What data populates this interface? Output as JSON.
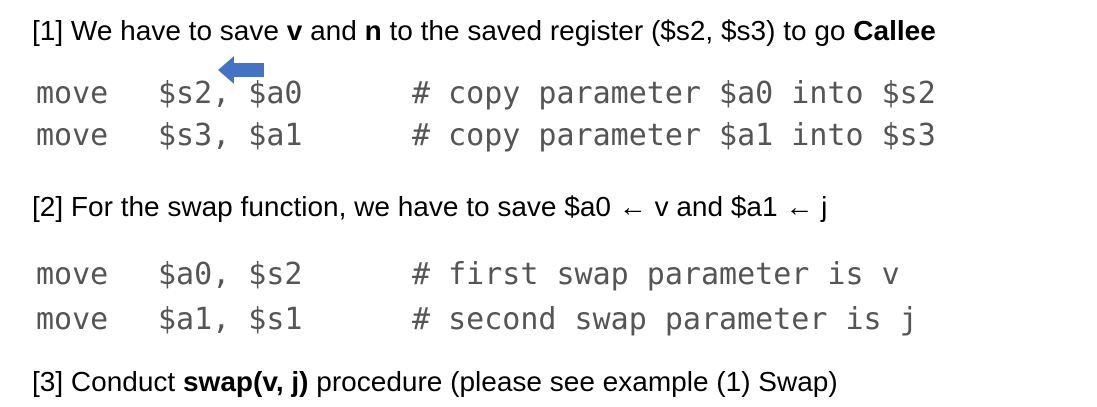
{
  "section1": {
    "prefix": "[1] We have to save ",
    "v": "v",
    "and": " and ",
    "n": "n",
    "middle": " to the saved register ($s2, $s3) to go ",
    "callee": "Callee",
    "code": [
      {
        "op": "move",
        "args": "$s2, $a0",
        "comment": "# copy parameter $a0 into $s2"
      },
      {
        "op": "move",
        "args": "$s3, $a1",
        "comment": "# copy parameter $a1 into $s3"
      }
    ]
  },
  "section2": {
    "text": "[2] For the swap function, we have to save $a0 ← v and $a1 ← j",
    "code": [
      {
        "op": "move",
        "args": "$a0, $s2",
        "comment": "# first swap parameter is v"
      },
      {
        "op": "move",
        "args": "$a1, $s1",
        "comment": "# second swap parameter is j"
      }
    ]
  },
  "section3": {
    "prefix": "[3] Conduct ",
    "bold": "swap(v, j)",
    "suffix": " procedure (please see example (1) Swap)"
  },
  "colors": {
    "code_text": "#555555",
    "arrow": "#4472c4"
  },
  "icons": {
    "annotation_arrow": "left-arrow-icon"
  }
}
